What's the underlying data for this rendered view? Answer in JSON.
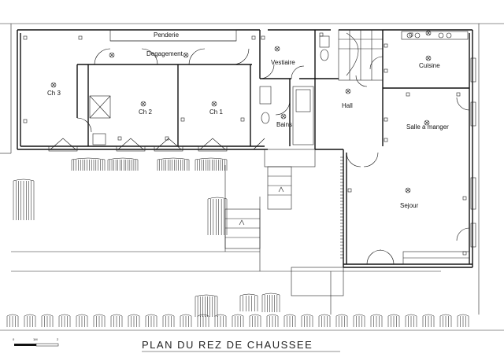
{
  "plan": {
    "title": "PLAN DU REZ DE CHAUSSEE",
    "scale_ticks": [
      "0",
      "1M",
      "2"
    ],
    "rooms": {
      "penderie": "Penderie",
      "degagement": "Degagement",
      "vestiaire": "Vestiaire",
      "cuisine": "Cuisine",
      "ch3": "Ch 3",
      "ch2": "Ch 2",
      "ch1": "Ch 1",
      "hall": "Hall",
      "bains": "Bains",
      "salle_a_manger": "Salle a manger",
      "sejour": "Sejour"
    }
  }
}
